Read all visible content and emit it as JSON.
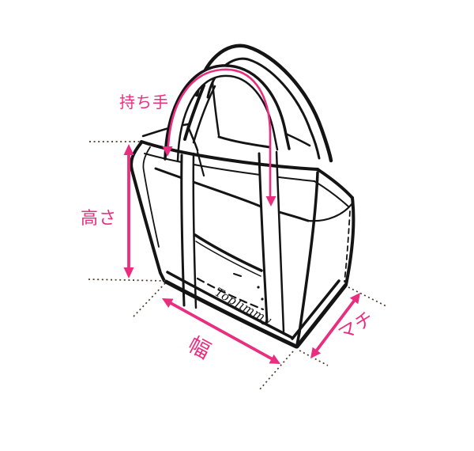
{
  "diagram": {
    "labels": {
      "handle": "持ち手",
      "height": "高さ",
      "width": "幅",
      "gusset": "マチ"
    },
    "logo_text": "TopJimmy"
  },
  "colors": {
    "accent": "#ea2e7f",
    "ink": "#141414",
    "guide": "#4a3a28",
    "background": "#ffffff"
  }
}
